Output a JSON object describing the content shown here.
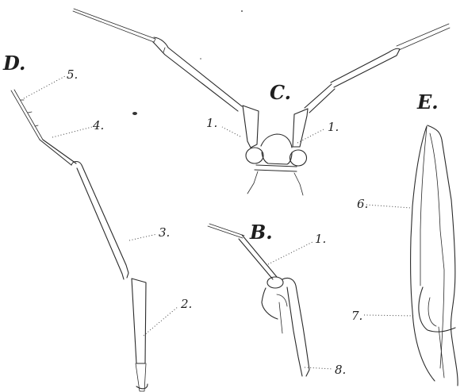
{
  "figure_labels": {
    "D": "D.",
    "C": "C.",
    "E": "E.",
    "B": "B."
  },
  "part_labels": {
    "d5": "5.",
    "d4": "4.",
    "d3": "3.",
    "d2": "2.",
    "c1_left": "1.",
    "c1_right": "1.",
    "b1": "1.",
    "b8": "8.",
    "e6": "6.",
    "e7": "7."
  }
}
